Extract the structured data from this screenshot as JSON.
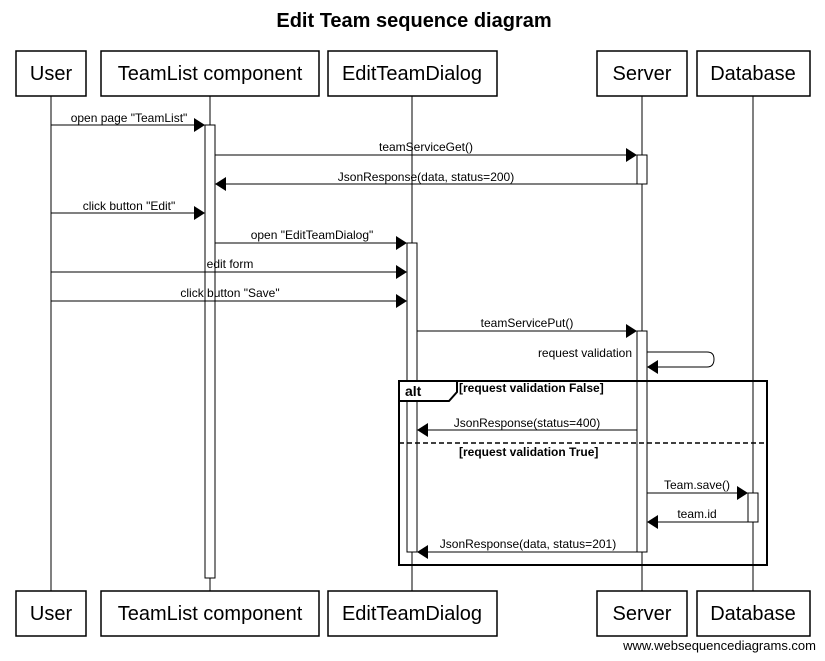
{
  "title": "Edit Team sequence diagram",
  "participants": [
    {
      "id": "user",
      "label": "User"
    },
    {
      "id": "teamlist",
      "label": "TeamList component"
    },
    {
      "id": "dialog",
      "label": "EditTeamDialog"
    },
    {
      "id": "server",
      "label": "Server"
    },
    {
      "id": "db",
      "label": "Database"
    }
  ],
  "messages": [
    {
      "from": "user",
      "to": "teamlist",
      "label": "open page \"TeamList\""
    },
    {
      "from": "teamlist",
      "to": "server",
      "label": "teamServiceGet()"
    },
    {
      "from": "server",
      "to": "teamlist",
      "label": "JsonResponse(data, status=200)"
    },
    {
      "from": "user",
      "to": "teamlist",
      "label": "click button \"Edit\""
    },
    {
      "from": "teamlist",
      "to": "dialog",
      "label": "open \"EditTeamDialog\""
    },
    {
      "from": "user",
      "to": "dialog",
      "label": "edit form"
    },
    {
      "from": "user",
      "to": "dialog",
      "label": "click button \"Save\""
    },
    {
      "from": "dialog",
      "to": "server",
      "label": "teamServicePut()"
    },
    {
      "from": "server",
      "to": "server",
      "label": "request validation"
    },
    {
      "from": "server",
      "to": "dialog",
      "label": "JsonResponse(status=400)"
    },
    {
      "from": "server",
      "to": "db",
      "label": "Team.save()"
    },
    {
      "from": "db",
      "to": "server",
      "label": "team.id"
    },
    {
      "from": "server",
      "to": "dialog",
      "label": "JsonResponse(data, status=201)"
    }
  ],
  "alt_frame": {
    "operator": "alt",
    "guard_1": "[request validation False]",
    "guard_2": "[request validation True]"
  },
  "watermark": "www.websequencediagrams.com"
}
